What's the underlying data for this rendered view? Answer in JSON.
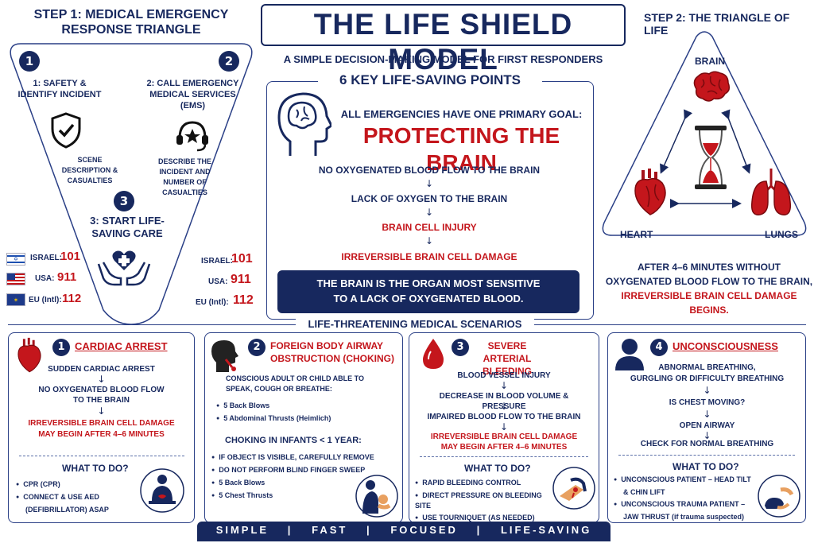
{
  "main_title": "THE LIFE SHIELD MODEL",
  "subtitle": "A SIMPLE DECISION-MAKING MODEL FOR FIRST RESPONDERS",
  "step1": {
    "title_line1": "STEP 1: MEDICAL EMERGENCY",
    "title_line2": "RESPONSE TRIANGLE",
    "n1": "1",
    "n2": "2",
    "n3": "3",
    "item1_line1": "1: SAFETY &",
    "item1_line2": "IDENTIFY INCIDENT",
    "item1_desc1": "SCENE",
    "item1_desc2": "DESCRIPTION &",
    "item1_desc3": "CASUALTIES",
    "item2_line1": "2: CALL EMERGENCY",
    "item2_line2": "MEDICAL SERVICES",
    "item2_line3": "(EMS)",
    "item2_desc1": "DESCRIBE THE",
    "item2_desc2": "INCIDENT AND",
    "item2_desc3": "NUMBER OF",
    "item2_desc4": "CASUALTIES",
    "item3_line1": "3: START LIFE-",
    "item3_line2": "SAVING CARE"
  },
  "numbers_left": [
    {
      "label": "ISRAEL:",
      "value": "101"
    },
    {
      "label": "USA:",
      "value": "911"
    },
    {
      "label": "EU (Intl):",
      "value": "112"
    }
  ],
  "numbers_right": [
    {
      "label": "ISRAEL:",
      "value": "101"
    },
    {
      "label": "USA:",
      "value": "911"
    },
    {
      "label": "EU (Intl):",
      "value": "112"
    }
  ],
  "key_points": {
    "title": "6 KEY LIFE-SAVING POINTS",
    "goal": "ALL EMERGENCIES HAVE ONE PRIMARY GOAL:",
    "headline": "PROTECTING THE BRAIN",
    "chain": [
      "NO OXYGENATED BLOOD FLOW TO THE BRAIN",
      "LACK OF OXYGEN TO THE BRAIN",
      "BRAIN CELL INJURY",
      "IRREVERSIBLE BRAIN CELL DAMAGE"
    ],
    "arrow": "↓",
    "banner_line1": "THE BRAIN IS THE ORGAN MOST SENSITIVE",
    "banner_line2": "TO A LACK OF OXYGENATED BLOOD."
  },
  "step2": {
    "title": "STEP 2: THE TRIANGLE OF LIFE",
    "brain": "BRAIN",
    "heart": "HEART",
    "lungs": "LUNGS",
    "note_line1": "AFTER 4–6 MINUTES WITHOUT",
    "note_line2": "OXYGENATED BLOOD FLOW TO THE BRAIN,",
    "note_line3": "IRREVERSIBLE BRAIN CELL DAMAGE BEGINS."
  },
  "scenarios_title": "LIFE-THREATENING MEDICAL SCENARIOS",
  "what_to_do": "WHAT TO DO?",
  "card1": {
    "num": "1",
    "title": "CARDIAC ARREST",
    "flow": [
      "SUDDEN CARDIAC ARREST",
      "NO OXYGENATED BLOOD FLOW",
      "TO THE BRAIN"
    ],
    "red1": "IRREVERSIBLE BRAIN CELL DAMAGE",
    "red2": "MAY BEGIN AFTER 4–6 MINUTES",
    "actions": [
      "CPR (CPR)",
      "CONNECT & USE AED",
      "(DEFIBRILLATOR) ASAP"
    ]
  },
  "card2": {
    "num": "2",
    "title1": "FOREIGN BODY AIRWAY",
    "title2": "OBSTRUCTION (CHOKING)",
    "intro1": "CONSCIOUS ADULT OR CHILD ABLE TO",
    "intro2": "SPEAK, COUGH OR BREATHE:",
    "adult": [
      "5 Back Blows",
      "5 Abdominal Thrusts (Heimlich)"
    ],
    "infant_title": "CHOKING IN INFANTS < 1 YEAR:",
    "infant": [
      "IF OBJECT IS VISIBLE, CAREFULLY REMOVE",
      "DO NOT PERFORM BLIND FINGER SWEEP",
      "5 Back Blows",
      "5 Chest Thrusts"
    ]
  },
  "card3": {
    "num": "3",
    "title1": "SEVERE ARTERIAL",
    "title2": "BLEEDING",
    "flow": [
      "BLOOD VESSEL INJURY",
      "DECREASE IN BLOOD VOLUME & PRESSURE",
      "IMPAIRED BLOOD FLOW TO THE BRAIN"
    ],
    "red1": "IRREVERSIBLE BRAIN CELL DAMAGE",
    "red2": "MAY BEGIN AFTER 4–6 MINUTES",
    "actions": [
      "RAPID BLEEDING CONTROL",
      "DIRECT PRESSURE ON BLEEDING SITE",
      "USE TOURNIQUET (AS NEEDED)"
    ]
  },
  "card4": {
    "num": "4",
    "title": "UNCONSCIOUSNESS",
    "flow": [
      "ABNORMAL BREATHING,",
      "GURGLING OR DIFFICULTY BREATHING",
      "IS CHEST MOVING?",
      "OPEN AIRWAY",
      "CHECK FOR NORMAL BREATHING"
    ],
    "actions": [
      "UNCONSCIOUS PATIENT – HEAD TILT",
      "& CHIN LIFT",
      "UNCONSCIOUS TRAUMA PATIENT –",
      "JAW THRUST (if trauma suspected)"
    ]
  },
  "footer": {
    "w1": "SIMPLE",
    "w2": "FAST",
    "w3": "FOCUSED",
    "w4": "LIFE-SAVING",
    "sep": "|"
  },
  "colors": {
    "navy": "#17285e",
    "red": "#c4161c",
    "border": "#2a3f86"
  }
}
